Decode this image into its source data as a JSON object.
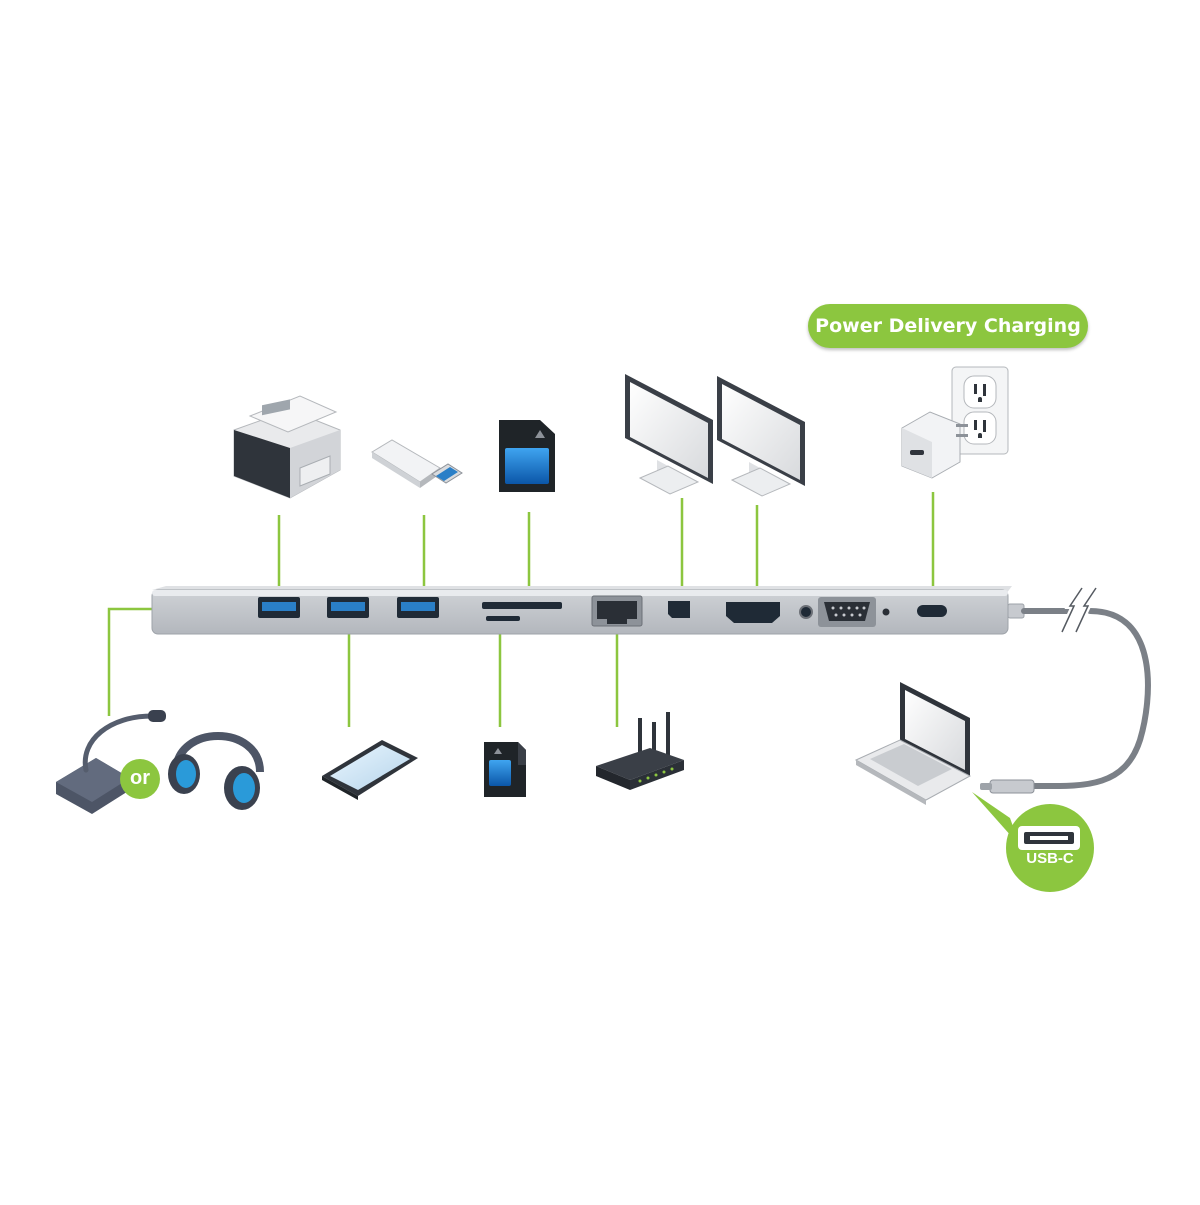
{
  "labels": {
    "power_delivery": "Power Delivery Charging",
    "or": "or",
    "usb_c": "USB-C"
  },
  "colors": {
    "accent_green": "#8cc63f",
    "connector_line": "#8cc63f",
    "dock_body": "#c9ccd0",
    "port_blue": "#2a7fc7",
    "device_dark": "#3a3f47"
  },
  "devices": {
    "top": [
      "printer-icon",
      "usb-flash-drive-icon",
      "sd-card-icon",
      "monitor-icon",
      "monitor-icon",
      "usb-c-power-adapter-icon",
      "wall-outlet-icon"
    ],
    "bottom": [
      "microphone-icon",
      "headphones-icon",
      "smartphone-icon",
      "microsd-card-icon",
      "router-icon",
      "laptop-icon"
    ]
  },
  "ports": [
    "audio-jack",
    "usb-a",
    "usb-a",
    "usb-a",
    "sd-slot",
    "microsd-slot",
    "ethernet",
    "mini-displayport",
    "hdmi",
    "audio-jack",
    "vga",
    "usb-c-power",
    "usb-c-cable"
  ]
}
